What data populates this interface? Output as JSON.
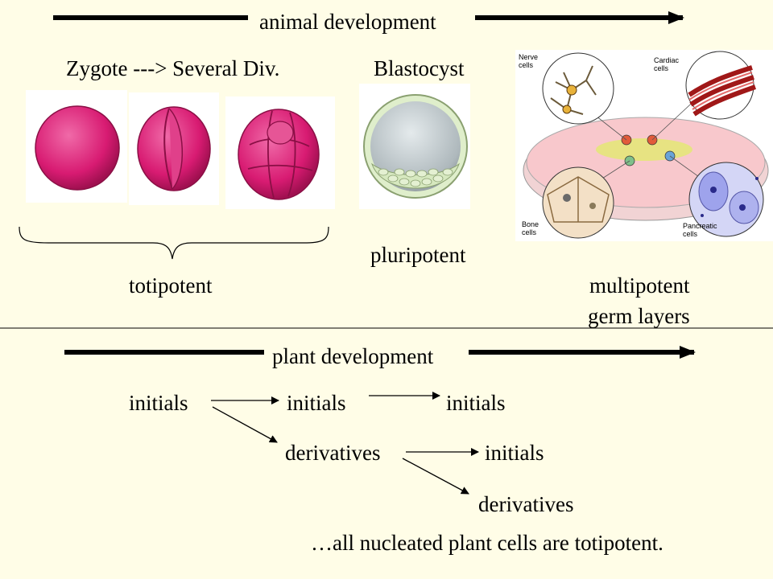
{
  "animal": {
    "arrow_label": "animal development",
    "zygote_label": "Zygote ---> Several Div.",
    "blastocyst_label": "Blastocyst",
    "totipotent": "totipotent",
    "pluripotent": "pluripotent",
    "multipotent": "multipotent",
    "germ_layers": "germ layers",
    "dish_labels": {
      "nerve": "Nerve cells",
      "cardiac": "Cardiac cells",
      "bone": "Bone cells",
      "pancreatic": "Pancreatic cells"
    }
  },
  "plant": {
    "arrow_label": "plant development",
    "initials_1": "initials",
    "initials_2": "initials",
    "initials_3": "initials",
    "derivatives_1": "derivatives",
    "initials_4": "initials",
    "derivatives_2": "derivatives",
    "conclusion": "…all nucleated plant cells are totipotent."
  },
  "colors": {
    "background": "#fffde7",
    "embryo_pink": "#d81b72",
    "blastocyst_gray": "#b8c4c8",
    "dish_pink": "#f8c8cc"
  }
}
